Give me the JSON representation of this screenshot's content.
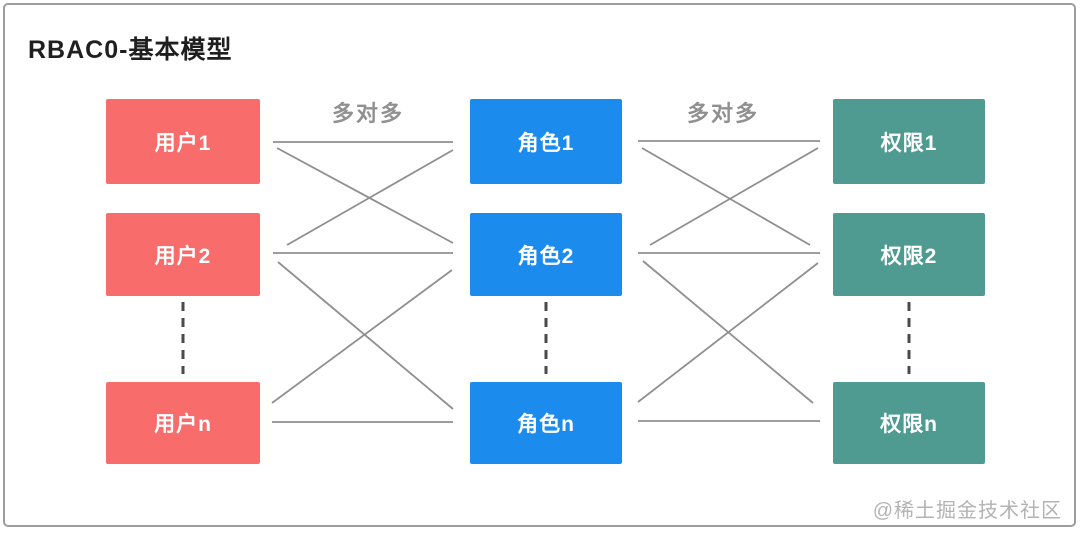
{
  "title": "RBAC0-基本模型",
  "relation_labels": {
    "users_roles": "多对多",
    "roles_permissions": "多对多"
  },
  "watermark": "@稀土掘金技术社区",
  "colors": {
    "user_box": "#f86c6c",
    "role_box": "#1b8bee",
    "permission_box": "#4f9b92",
    "connector_line": "#8f8f8f",
    "dashed_line": "#4a4a4a",
    "relation_label": "#909090",
    "frame_border": "#9c9c9c",
    "watermark_text": "#b3b3b3"
  },
  "columns": [
    {
      "name": "users",
      "boxes": [
        "用户1",
        "用户2",
        "用户n"
      ]
    },
    {
      "name": "roles",
      "boxes": [
        "角色1",
        "角色2",
        "角色n"
      ]
    },
    {
      "name": "permissions",
      "boxes": [
        "权限1",
        "权限2",
        "权限n"
      ]
    }
  ],
  "connections": {
    "users_roles": [
      [
        "用户1",
        "角色1"
      ],
      [
        "用户1",
        "角色2"
      ],
      [
        "用户2",
        "角色1"
      ],
      [
        "用户2",
        "角色2"
      ],
      [
        "用户2",
        "角色n"
      ],
      [
        "用户n",
        "角色2"
      ],
      [
        "用户n",
        "角色n"
      ]
    ],
    "roles_permissions": [
      [
        "角色1",
        "权限1"
      ],
      [
        "角色1",
        "权限2"
      ],
      [
        "角色2",
        "权限1"
      ],
      [
        "角色2",
        "权限2"
      ],
      [
        "角色2",
        "权限n"
      ],
      [
        "角色n",
        "权限2"
      ],
      [
        "角色n",
        "权限n"
      ]
    ]
  }
}
